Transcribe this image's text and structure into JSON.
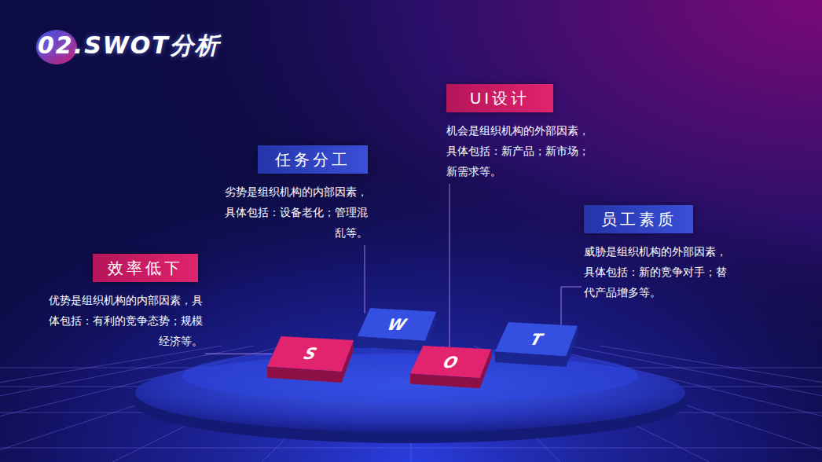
{
  "diagram": {
    "title": "02.SWOT分析",
    "nodes": [
      {
        "text": [
          "效率低下",
          "优势是组织机构的内部因素，具体包括：有利的竞争态势；规模经济等。"
        ]
      },
      {
        "text": [
          "任务分工",
          "劣势是组织机构的内部因素，具体包括：设备老化；管理混乱等。"
        ]
      },
      {
        "text": [
          "UI设计",
          "机会是组织机构的外部因素，具体包括：新产品；新市场；新需求等。"
        ]
      },
      {
        "text": [
          "员工素质",
          "威胁是组织机构的外部因素，具体包括：新的竞争对手；替代产品增多等。"
        ]
      },
      {
        "text": [
          "S"
        ]
      },
      {
        "text": [
          "W"
        ]
      },
      {
        "text": [
          "O"
        ]
      },
      {
        "text": [
          "T"
        ]
      }
    ],
    "edges": [
      {
        "from": 4,
        "to": 0,
        "arrow": "none"
      },
      {
        "from": 5,
        "to": 1,
        "arrow": "none"
      },
      {
        "from": 6,
        "to": 2,
        "arrow": "none"
      },
      {
        "from": 7,
        "to": 3,
        "arrow": "none"
      }
    ]
  }
}
